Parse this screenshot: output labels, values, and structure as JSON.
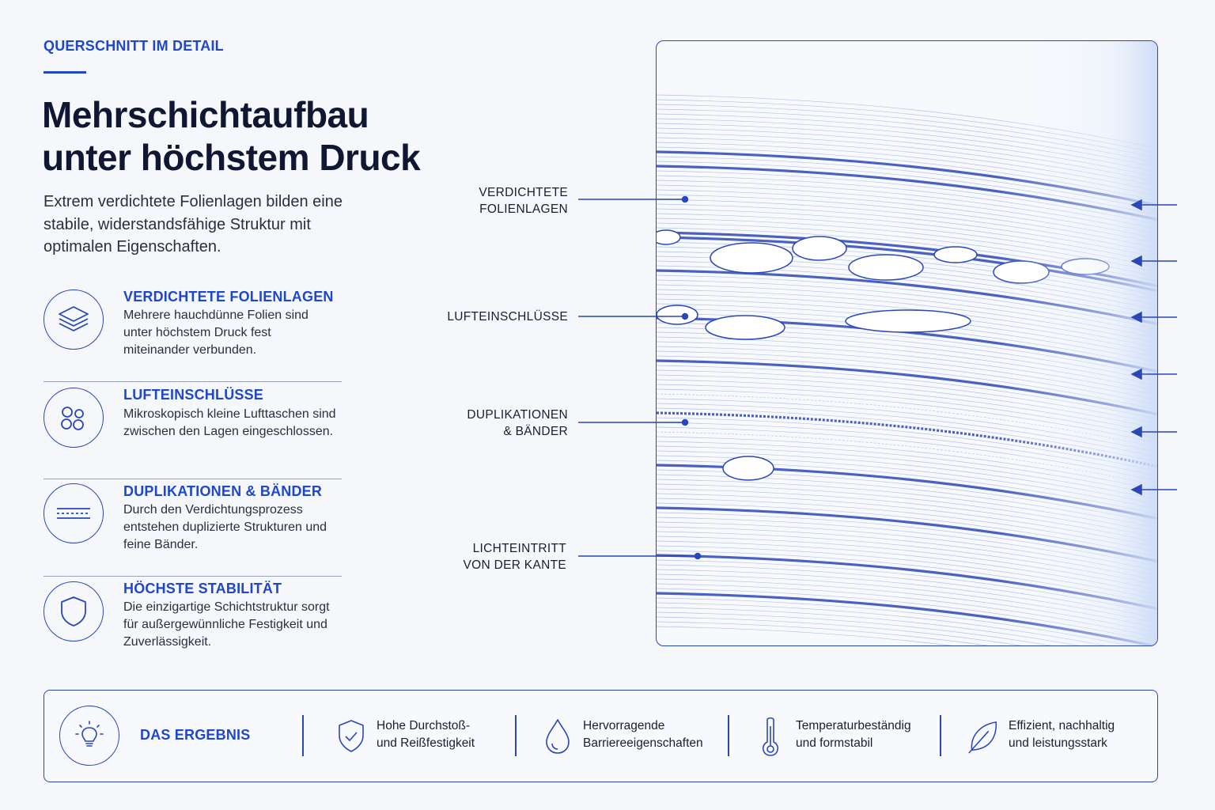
{
  "header": {
    "eyebrow": "QUERSCHNITT IM DETAIL",
    "title_line1": "Mehrschichtaufbau",
    "title_line2": "unter höchstem Druck",
    "intro": "Extrem verdichtete Folienlagen bilden eine stabile, widerstandsfähige Struktur mit optimalen Eigenschaften."
  },
  "features": [
    {
      "icon": "layers-icon",
      "title": "VERDICHTETE FOLIENLAGEN",
      "desc": "Mehrere hauchdünne Folien sind unter höchstem Druck fest miteinander verbunden."
    },
    {
      "icon": "bubbles-icon",
      "title": "LUFTEINSCHLÜSSE",
      "desc": "Mikroskopisch kleine Lufttaschen sind zwischen den Lagen eingeschlossen."
    },
    {
      "icon": "bands-icon",
      "title": "DUPLIKATIONEN & BÄNDER",
      "desc": "Durch den Verdichtungsprozess entstehen duplizierte Strukturen und feine Bänder."
    },
    {
      "icon": "shield-icon",
      "title": "HÖCHSTE STABILITÄT",
      "desc": "Die einzigartige Schichtstruktur sorgt für außergewünnliche Festigkeit und Zuverlässigkeit."
    }
  ],
  "diagram": {
    "labels": [
      {
        "line1": "VERDICHTETE",
        "line2": "FOLIENLAGEN"
      },
      {
        "line1": "LUFTEINSCHLÜSSE",
        "line2": ""
      },
      {
        "line1": "DUPLIKATIONEN",
        "line2": "& BÄNDER"
      },
      {
        "line1": "LICHTEINTRITT",
        "line2": "VON DER KANTE"
      }
    ],
    "accent_color": "#2a47b8"
  },
  "result": {
    "title": "DAS ERGEBNIS",
    "icon": "lightbulb-icon",
    "items": [
      {
        "icon": "shield-check-icon",
        "line1": "Hohe Durchstoß-",
        "line2": "und Reißfestigkeit"
      },
      {
        "icon": "droplet-icon",
        "line1": "Hervorragende",
        "line2": "Barriereeigenschaften"
      },
      {
        "icon": "thermometer-icon",
        "line1": "Temperaturbeständig",
        "line2": "und formstabil"
      },
      {
        "icon": "leaf-icon",
        "line1": "Effizient, nachhaltig",
        "line2": "und leistungsstark"
      }
    ]
  }
}
